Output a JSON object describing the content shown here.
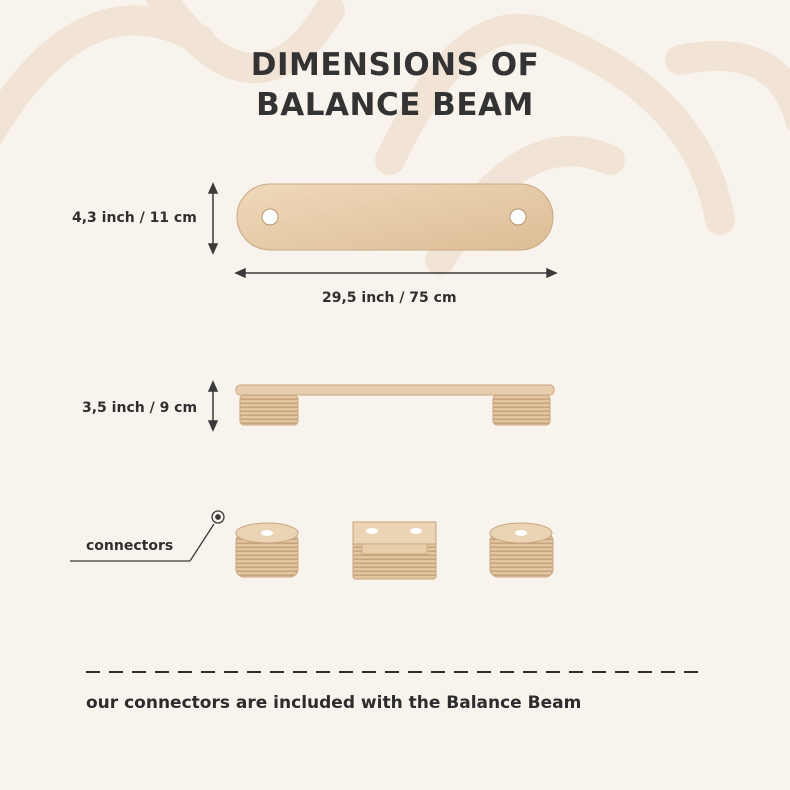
{
  "title": {
    "line1": "DIMENSIONS OF",
    "line2": "BALANCE BEAM"
  },
  "dimensions": {
    "width_label": "4,3 inch / 11 cm",
    "length_label": "29,5 inch / 75 cm",
    "height_label": "3,5 inch / 9 cm"
  },
  "connectors_label": "connectors",
  "footer_note": "our connectors are included with the Balance Beam",
  "colors": {
    "background": "#f8f3ec",
    "wood": "#e4c9a6",
    "text": "#2b2b2b",
    "decor_arcs": "#f1e4d6"
  }
}
